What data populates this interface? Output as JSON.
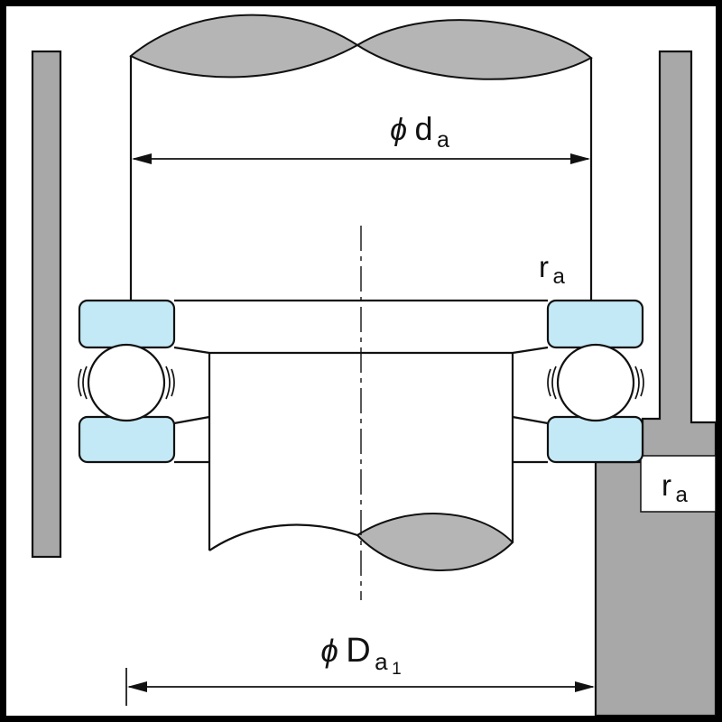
{
  "figure": {
    "labels": {
      "dia_shaft": {
        "prefix": "ϕ",
        "base": "d",
        "sub": "a"
      },
      "dia_housing": {
        "prefix": "ϕ",
        "base": "D",
        "sub": "a",
        "subsub": "1"
      },
      "fillet_shaft": {
        "base": "r",
        "sub": "a"
      },
      "fillet_housing": {
        "base": "r",
        "sub": "a"
      }
    },
    "colors": {
      "housing_gray": "#a8a8a8",
      "break_gray": "#b5b5b5",
      "washer_blue": "#c4e9f6",
      "line": "#111111",
      "background": "#ffffff",
      "frame": "#000000"
    }
  }
}
